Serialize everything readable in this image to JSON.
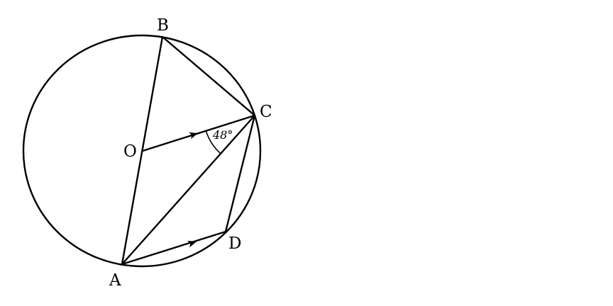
{
  "diagram": {
    "points": {
      "A": "A",
      "B": "B",
      "C": "C",
      "D": "D",
      "O": "O"
    },
    "angle_label": "48°",
    "relations": {
      "parallel_marked": [
        "OC",
        "AD"
      ],
      "diameter": "AB",
      "segments": [
        "AB",
        "BC",
        "AC",
        "CD",
        "AD",
        "OC"
      ]
    }
  }
}
